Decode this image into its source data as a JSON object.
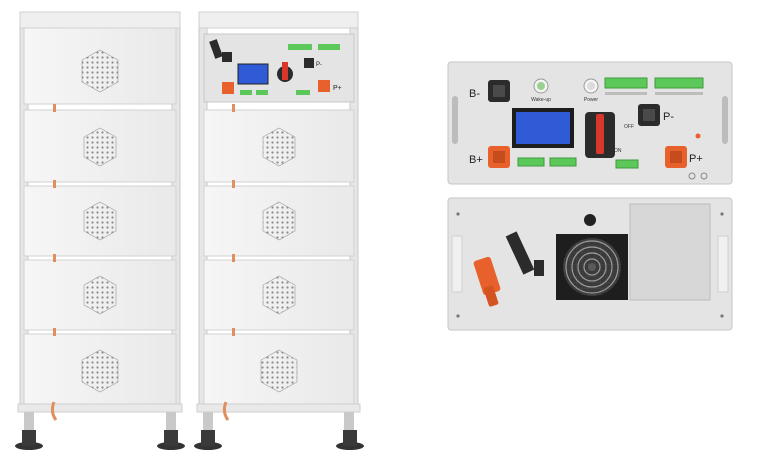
{
  "rear_panel": {
    "b_minus": "B-",
    "b_plus": "B+",
    "p_minus": "P-",
    "p_plus": "P+",
    "wakeup": "Wake-up",
    "power": "Power",
    "off": "OFF",
    "on": "ON"
  },
  "colors": {
    "cabinet": "#f1f1f1",
    "panel": "#e4e4e4",
    "terminal_orange": "#e8612c",
    "terminal_black": "#2b2b2b",
    "connector_green": "#5cc85a",
    "display_blue": "#2f5bd6",
    "breaker_red": "#d9372b"
  },
  "icons": [
    "hex-vent-icon",
    "fan-grille-icon",
    "breaker-switch-icon",
    "status-led-icon"
  ]
}
